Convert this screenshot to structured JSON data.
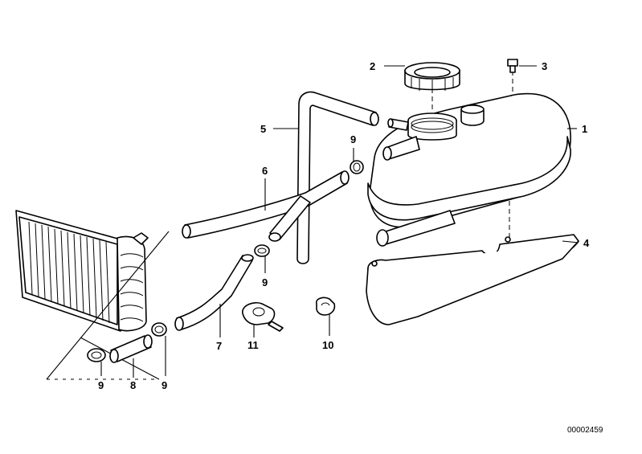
{
  "diagram": {
    "callouts": {
      "c1": "1",
      "c2": "2",
      "c3": "3",
      "c4": "4",
      "c5": "5",
      "c6": "6",
      "c7": "7",
      "c8": "8",
      "c9a": "9",
      "c9b": "9",
      "c9c": "9",
      "c9d": "9",
      "c10": "10",
      "c11": "11"
    },
    "document_number": "00002459"
  }
}
